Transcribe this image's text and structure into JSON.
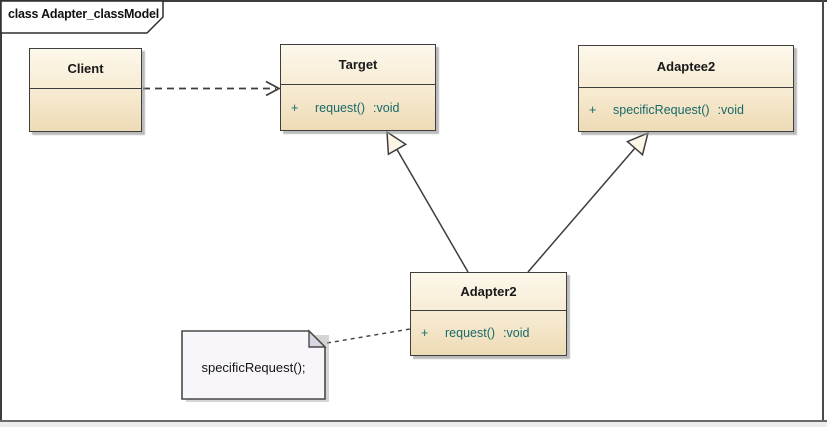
{
  "frame": {
    "label": "class Adapter_classModel"
  },
  "classes": {
    "client": {
      "name": "Client"
    },
    "target": {
      "name": "Target",
      "op_visibility": "+",
      "op_name": "request()",
      "op_type": ":void"
    },
    "adaptee2": {
      "name": "Adaptee2",
      "op_visibility": "+",
      "op_name": "specificRequest()",
      "op_type": ":void"
    },
    "adapter2": {
      "name": "Adapter2",
      "op_visibility": "+",
      "op_name": "request()",
      "op_type": ":void"
    }
  },
  "note": {
    "text": "specificRequest();"
  },
  "colors": {
    "class_fill_top": "#fdf8ec",
    "class_fill_bottom": "#eedbb6",
    "class_border": "#3e3e3e",
    "operation_text": "#176a6a",
    "note_fill": "#f8f6fb",
    "note_fold": "#d9d5e2",
    "frame_border": "#3c3c3c",
    "connector": "#3d3d3d",
    "background": "#ffffff"
  }
}
